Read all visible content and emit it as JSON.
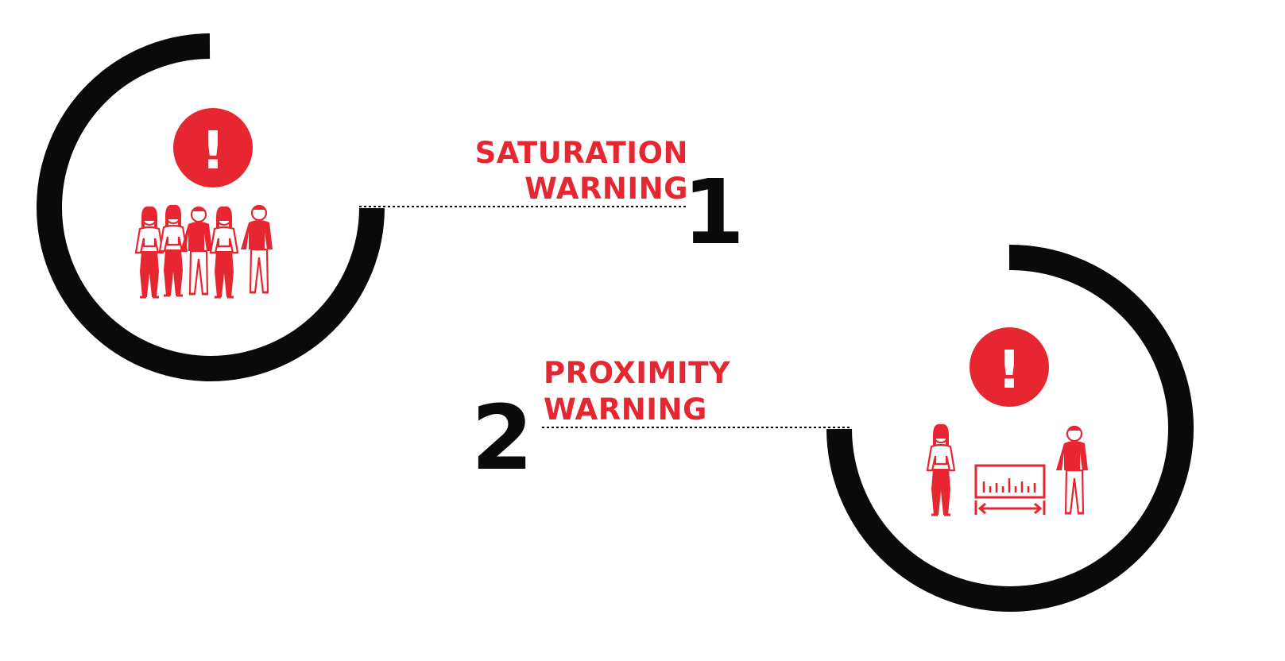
{
  "colors": {
    "accent": "#e62732",
    "ring": "#0a0a0a",
    "background": "#ffffff"
  },
  "icons": {
    "alert": "exclamation-circle-icon",
    "crowd": "crowd-of-people-icon",
    "person": "person-icon",
    "ruler": "ruler-distance-icon"
  },
  "step1": {
    "number": "1",
    "label_line1": "SATURATION",
    "label_line2": "WARNING",
    "alert_glyph": "!"
  },
  "step2": {
    "number": "2",
    "label_line1": "PROXIMITY",
    "label_line2": "WARNING",
    "alert_glyph": "!"
  }
}
